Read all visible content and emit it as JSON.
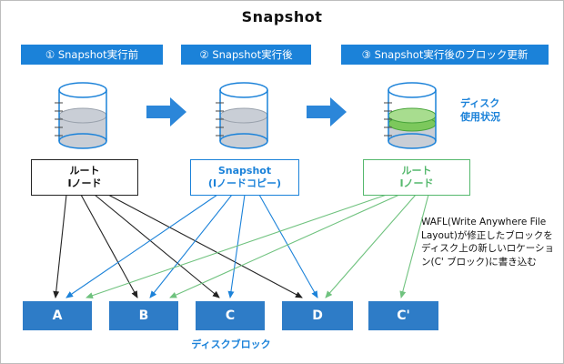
{
  "title": "Snapshot",
  "steps": [
    {
      "label": "① Snapshot実行前"
    },
    {
      "label": "② Snapshot実行後"
    },
    {
      "label": "③ Snapshot実行後のブロック更新"
    }
  ],
  "disk_usage_label": [
    "ディスク",
    "使用状況"
  ],
  "inode_boxes": [
    {
      "line1": "ルート",
      "line2": "Iノード"
    },
    {
      "line1": "Snapshot",
      "line2": "(Iノードコピー)"
    },
    {
      "line1": "ルート",
      "line2": "Iノード"
    }
  ],
  "wafl_note": "WAFL(Write Anywhere File Layout)が修正したブロックをディスク上の新しいロケーション(C' ブロック)に書き込む",
  "disk_blocks": [
    {
      "label": "A"
    },
    {
      "label": "B"
    },
    {
      "label": "C"
    },
    {
      "label": "D"
    },
    {
      "label": "C'"
    }
  ],
  "disk_blocks_caption": "ディスクブロック",
  "connections": {
    "root_inode_before": [
      "A",
      "B",
      "C",
      "D"
    ],
    "snapshot_inode_copy": [
      "A",
      "B",
      "C",
      "D"
    ],
    "root_inode_after": [
      "A",
      "B",
      "D",
      "C'"
    ]
  },
  "colors": {
    "accent_blue": "#1b82d9",
    "block_blue": "#2e7cc7",
    "green": "#55b86d",
    "line_green": "#6fc27e",
    "black": "#222222",
    "liquid_gray": "#c9ced6"
  }
}
